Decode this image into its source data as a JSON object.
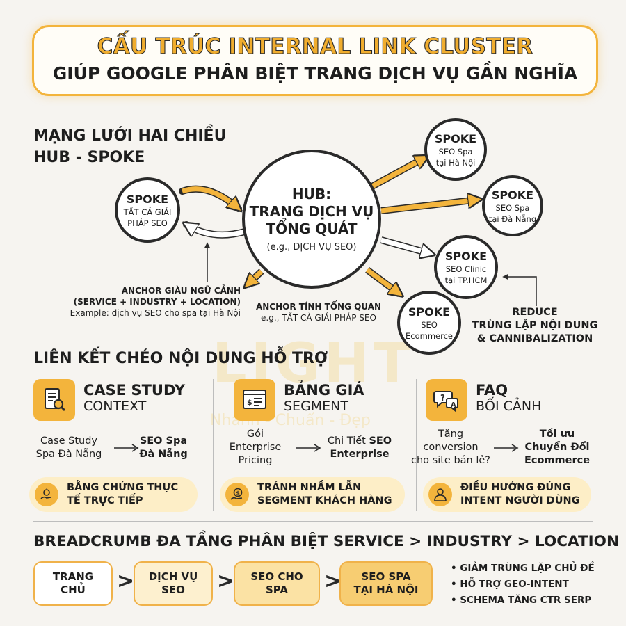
{
  "title": {
    "line1": "CẤU TRÚC INTERNAL LINK CLUSTER",
    "line2": "GIÚP GOOGLE PHÂN BIỆT TRANG DỊCH VỤ GẦN NGHĨA"
  },
  "watermark": {
    "brand": "LIGHT",
    "tagline": "Nhanh - Chuẩn - Đẹp"
  },
  "network": {
    "heading_line1": "MẠNG LƯỚI HAI CHIỀU",
    "heading_line2": "HUB - SPOKE",
    "hub": {
      "line1": "HUB:",
      "line2": "TRANG DỊCH VỤ",
      "line3": "TỔNG QUÁT",
      "example": "(e.g., DỊCH VỤ SEO)"
    },
    "spokes": [
      {
        "title": "SPOKE",
        "line1": "TẤT CẢ GIẢI",
        "line2": "PHÁP SEO"
      },
      {
        "title": "SPOKE",
        "line1": "SEO Spa",
        "line2": "tại Hà Nội"
      },
      {
        "title": "SPOKE",
        "line1": "SEO Spa",
        "line2": "tại Đà Nẵng"
      },
      {
        "title": "SPOKE",
        "line1": "SEO Clinic",
        "line2": "tại TP.HCM"
      },
      {
        "title": "SPOKE",
        "line1": "SEO",
        "line2": "Ecommerce"
      }
    ],
    "anchor_context": {
      "line1": "ANCHOR GIÀU NGỮ CẢNH",
      "line2": "(SERVICE + INDUSTRY + LOCATION)",
      "example": "Example: dịch vụ SEO cho spa tại Hà Nội"
    },
    "anchor_general": {
      "line1": "ANCHOR TÍNH TỔNG QUAN",
      "example": "e.g., TẤT CẢ GIẢI PHÁP SEO"
    },
    "reduce": {
      "line1": "REDUCE",
      "line2": "TRÙNG LẶP NỘI DUNG",
      "line3": "& CANNIBALIZATION"
    }
  },
  "support": {
    "heading": "LIÊN KẾT CHÉO NỘI DUNG HỖ TRỢ",
    "columns": [
      {
        "icon": "document-search-icon",
        "title1": "CASE STUDY",
        "title2": "CONTEXT",
        "from_lines": [
          "Case Study",
          "Spa Đà Nẵng"
        ],
        "to_lines": [
          "SEO Spa",
          "Đà Nẵng"
        ],
        "pill_icon": "lightbulb-hand-icon",
        "pill_lines": [
          "BẰNG CHỨNG THỰC",
          "TẾ TRỰC TIẾP"
        ]
      },
      {
        "icon": "price-table-icon",
        "title1": "BẢNG GIÁ",
        "title2": "SEGMENT",
        "from_lines": [
          "Gói",
          "Enterprise",
          "Pricing"
        ],
        "to_prefix": "Chi Tiết",
        "to_bold1": "SEO",
        "to_bold2": "Enterprise",
        "pill_icon": "coin-hand-icon",
        "pill_lines": [
          "TRÁNH NHẦM LẪN",
          "SEGMENT KHÁCH HÀNG"
        ]
      },
      {
        "icon": "faq-bubble-icon",
        "title1": "FAQ",
        "title2": "BỐI CẢNH",
        "from_lines": [
          "Tăng",
          "conversion",
          "cho site bán lẻ?"
        ],
        "to_lines": [
          "Tối ưu",
          "Chuyển Đổi",
          "Ecommerce"
        ],
        "pill_icon": "user-icon",
        "pill_lines": [
          "ĐIỀU HƯỚNG ĐÚNG",
          "INTENT NGƯỜI DÙNG"
        ]
      }
    ]
  },
  "breadcrumb": {
    "heading": "BREADCRUMB ĐA TẦNG PHÂN BIỆT SERVICE > INDUSTRY > LOCATION",
    "chevron": ">",
    "items": [
      {
        "line1": "TRANG",
        "line2": "CHỦ",
        "bg": "#ffffff"
      },
      {
        "line1": "DỊCH VỤ",
        "line2": "SEO",
        "bg": "#fdf0cf"
      },
      {
        "line1": "SEO CHO",
        "line2": "SPA",
        "bg": "#fbe2a4"
      },
      {
        "line1": "SEO SPA",
        "line2": "TẠI HÀ NỘI",
        "bg": "#f7cd72"
      }
    ],
    "bullets": [
      "• GIẢM TRÙNG LẶP CHỦ ĐỀ",
      "• HỖ TRỢ GEO-INTENT",
      "• SCHEMA TĂNG CTR SERP"
    ]
  },
  "colors": {
    "accent": "#f3b43c",
    "outline": "#2a2a2a",
    "background": "#f6f4f0"
  }
}
